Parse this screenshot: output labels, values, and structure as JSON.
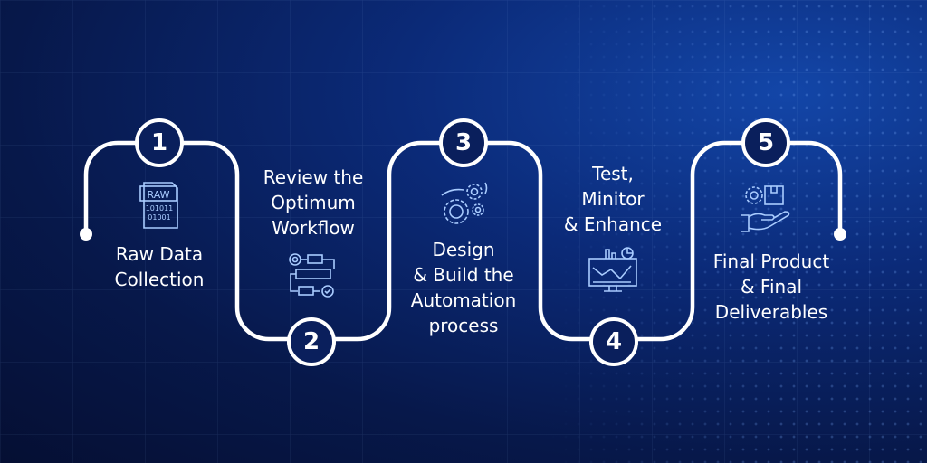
{
  "steps": [
    {
      "number": "1",
      "lines": [
        "Raw Data",
        "Collection"
      ],
      "icon": "raw-data-icon"
    },
    {
      "number": "2",
      "lines": [
        "Review the",
        "Optimum",
        "Workflow"
      ],
      "icon": "workflow-icon"
    },
    {
      "number": "3",
      "lines": [
        "Design",
        "& Build the",
        "Automation",
        "process"
      ],
      "icon": "gears-icon"
    },
    {
      "number": "4",
      "lines": [
        "Test,",
        "Minitor",
        "& Enhance"
      ],
      "icon": "monitor-chart-icon"
    },
    {
      "number": "5",
      "lines": [
        "Final Product",
        "& Final",
        "Deliverables"
      ],
      "icon": "hand-box-icon"
    }
  ],
  "raw_icon": {
    "tag": "RAW",
    "bits1": "101011",
    "bits2": "01001"
  },
  "colors": {
    "line": "#ffffff",
    "icon": "#a9ccff",
    "bg": "#07184a"
  }
}
